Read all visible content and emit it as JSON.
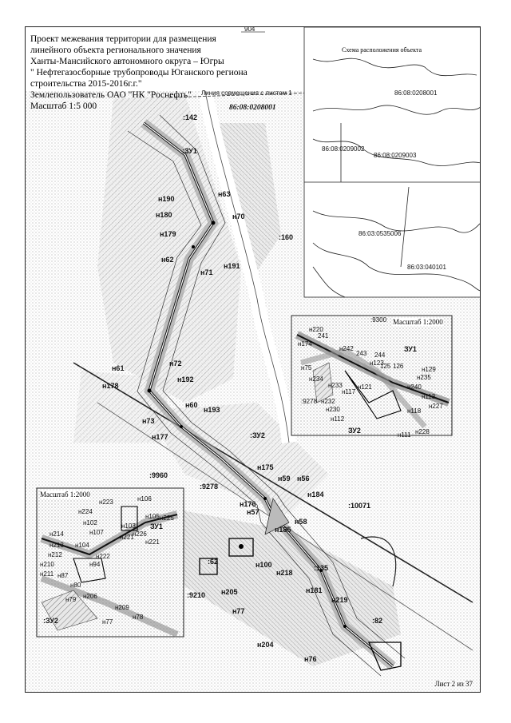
{
  "title_lines": [
    "Проект межевания территории для размещения",
    "линейного объекта регионального значения",
    "Ханты-Мансийского автономного округа – Югры",
    "\" Нефтегазосборные трубопроводы Юганского региона",
    "строительства 2015-2016г.г.\"",
    "Землепользователь ОАО \"НК \"Роснефть\"",
    "Масштаб 1:5 000"
  ],
  "top_mark": "904",
  "match_line": "Линия совмещения с листом 1",
  "cadastral_main": "86:08:0208001",
  "scheme": {
    "title": "Схема расположения объекта",
    "labels": [
      "86:08:0208001",
      "86:08:0209002",
      "86:08:0209003",
      "86:03:0535006",
      "86:03:040101"
    ]
  },
  "map_labels": [
    ":142",
    ":ЗУ1",
    "н190",
    "н180",
    "н63",
    "н70",
    "н179",
    ":160",
    "н62",
    "н71",
    "н191",
    "н72",
    "н61",
    "н178",
    "н192",
    "н60",
    "н193",
    "н73",
    "н177",
    ":ЗУ2",
    ":9960",
    ":9278",
    "н175",
    "н59",
    "н56",
    "н184",
    "н176",
    "н57",
    "н185",
    "н58",
    ":10071",
    ":62",
    "н100",
    "н218",
    ":135",
    ":9210",
    "н205",
    "н181",
    "н219",
    "н77",
    ":82",
    "н204",
    "н76"
  ],
  "inset_right": {
    "title": "Масштаб 1:2000",
    "top_label": ":9300",
    "labels": [
      "н220",
      "241",
      "н174",
      "н242",
      "243",
      "н123",
      "244",
      "ЗУ1",
      "н75",
      "н234",
      "н233",
      "н117",
      "н121",
      "125",
      "126",
      "н129",
      "н235",
      "н240",
      "н113",
      "н227",
      "н118",
      ":9278",
      "н232",
      "н230",
      "н112",
      "ЗУ2",
      "н111",
      "н228"
    ]
  },
  "inset_left": {
    "title": "Масштаб 1:2000",
    "labels": [
      "н223",
      "н106",
      "н224",
      "н105",
      "н225",
      "н102",
      "н103",
      "н226",
      "н214",
      "н107",
      "ЗУ1",
      "н221",
      "н221",
      "н213",
      "н104",
      "н222",
      "н212",
      "н94",
      "н210",
      "н211",
      "н87",
      "н80",
      "н206",
      "н79",
      ":ЗУ2",
      "н209",
      "н78",
      "н77"
    ]
  },
  "sheet_label": "Лист 2 из 37"
}
